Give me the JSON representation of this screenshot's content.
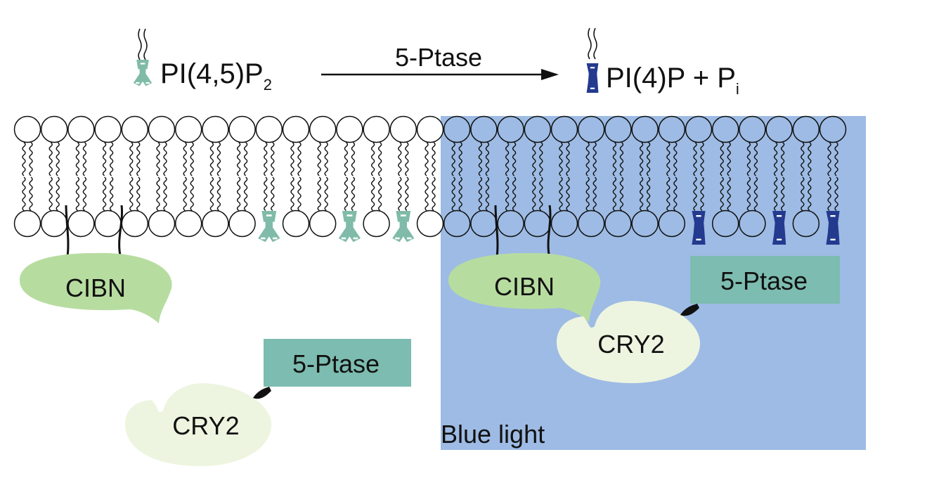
{
  "reaction": {
    "substrate": "PI(4,5)P",
    "substrate_sub": "2",
    "enzyme": "5-Ptase",
    "product": "PI(4)P + P",
    "product_sub": "i"
  },
  "left_panel": {
    "anchor_label": "CIBN",
    "enzyme_label": "5-Ptase",
    "cry_label": "CRY2"
  },
  "right_panel": {
    "anchor_label": "CIBN",
    "enzyme_label": "5-Ptase",
    "cry_label": "CRY2",
    "condition_label": "Blue light"
  },
  "colors": {
    "blue_light": "#9dbbe4",
    "pip2": "#7fbba8",
    "pip": "#233a8f",
    "cibn": "#b7dca0",
    "cry2": "#edf5e0",
    "ptase": "#7dbcb0"
  }
}
